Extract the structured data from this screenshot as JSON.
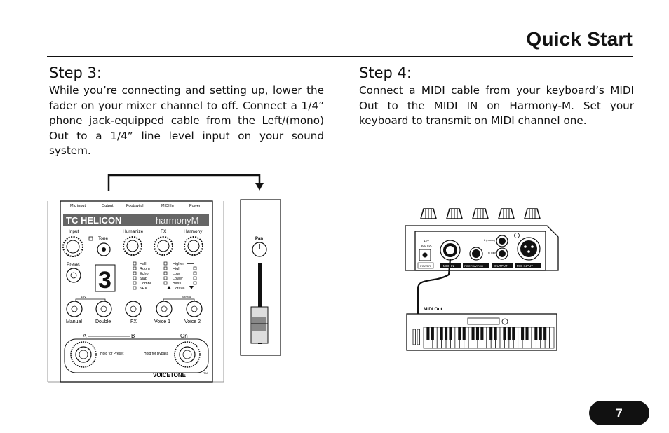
{
  "header": {
    "title": "Quick Start"
  },
  "step3": {
    "heading": "Step 3:",
    "body": "While you’re connecting and setting up, lower the fader on your mixer channel to off. Connect a 1/4” phone jack-equipped cable from the Left/(mono) Out to a 1/4” line level input on your sound system."
  },
  "step4": {
    "heading": "Step 4:",
    "body": "Connect a MIDI cable from your keyboard’s MIDI Out to the MIDI IN on Harmony-M. Set your keyboard to transmit on MIDI channel one."
  },
  "device_top": {
    "connectors": [
      "Mic input",
      "Output",
      "Footswitch",
      "MIDI In",
      "Power"
    ],
    "brand": "TC HELICON",
    "model": "harmonyM",
    "knob_labels": [
      "Input",
      "Tone",
      "Humanize",
      "FX",
      "Harmony"
    ],
    "preset_label": "Preset",
    "digit": "3",
    "fx_list": [
      "Hall",
      "Room",
      "Echo",
      "Slap",
      "Combi",
      "SFX"
    ],
    "harmony_list": [
      "Higher",
      "High",
      "Low",
      "Lower",
      "Bass",
      "Octave"
    ],
    "phantom_label": "48V",
    "stereo_label": "Stereo",
    "button_labels": [
      "Manual",
      "Double",
      "FX",
      "Voice 1",
      "Voice 2"
    ],
    "footswitch_labels": [
      "A",
      "B",
      "On"
    ],
    "hold_labels": [
      "Hold for Preset",
      "Hold for Bypass"
    ],
    "footer_brand": "VOICETONE",
    "trademark": "TM"
  },
  "mixer": {
    "pan_label": "Pan"
  },
  "device_rear": {
    "power_spec": [
      "12V",
      "300 mA"
    ],
    "jack_labels": [
      "L (mono)",
      "R (dry)"
    ],
    "panel_labels": [
      "POWER",
      "MIDI IN",
      "FOOTSWITCH",
      "OUTPUT",
      "MIC INPUT"
    ]
  },
  "keyboard": {
    "midi_out_label": "MIDI Out"
  },
  "footer": {
    "page_number": "7"
  }
}
